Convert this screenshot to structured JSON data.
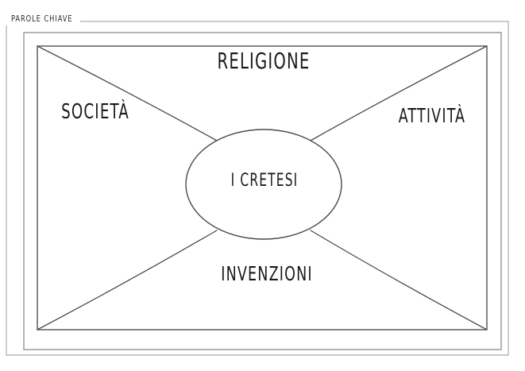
{
  "page": {
    "section_title": "PAROLE CHIAVE",
    "background_color": "#ffffff",
    "line_color": "#4a4a4a",
    "frame_color": "#9a9a9a",
    "text_color": "#1a1a1a"
  },
  "diagram": {
    "type": "spider-web-concept-map",
    "center_label": "I CRETESI",
    "branches": [
      {
        "id": "religione",
        "label": "RELIGIONE",
        "position": "top"
      },
      {
        "id": "societa",
        "label": "SOCIETÀ",
        "position": "left"
      },
      {
        "id": "attivita",
        "label": "ATTIVITÀ",
        "position": "right"
      },
      {
        "id": "invenzioni",
        "label": "INVENZIONI",
        "position": "bottom"
      }
    ]
  }
}
